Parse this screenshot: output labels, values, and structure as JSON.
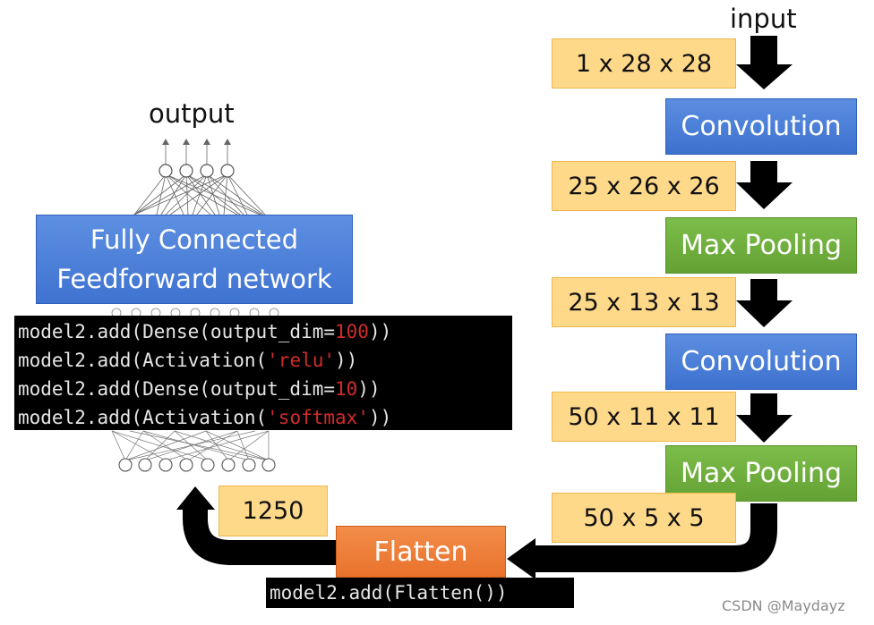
{
  "labels": {
    "input": "input",
    "output": "output"
  },
  "pipeline": {
    "shape_input": "1 x 28 x 28",
    "conv1": "Convolution",
    "shape_conv1": "25 x 26 x 26",
    "pool1": "Max Pooling",
    "shape_pool1": "25 x 13 x 13",
    "conv2": "Convolution",
    "shape_conv2": "50 x 11 x 11",
    "pool2": "Max Pooling",
    "shape_pool2": "50 x 5 x 5",
    "flatten": "Flatten",
    "shape_flat": "1250"
  },
  "fc": {
    "line1": "Fully Connected",
    "line2": "Feedforward network"
  },
  "code_fc": [
    {
      "pre": "model2.add(Dense(output_dim=",
      "red": "100",
      "post": "))"
    },
    {
      "pre": "model2.add(Activation(",
      "red": "'relu'",
      "post": "))"
    },
    {
      "pre": "model2.add(Dense(output_dim=",
      "red": "10",
      "post": "))"
    },
    {
      "pre": "model2.add(Activation(",
      "red": "'softmax'",
      "post": "))"
    }
  ],
  "code_flatten": "model2.add(Flatten())",
  "watermark": "CSDN @Maydayz",
  "colors": {
    "shape_fill": "#ffd98a",
    "conv_blue": "#3d71cf",
    "pool_green": "#63a233",
    "flatten_orange": "#e9722b",
    "code_red": "#d12b2b",
    "arrow": "#000000"
  }
}
